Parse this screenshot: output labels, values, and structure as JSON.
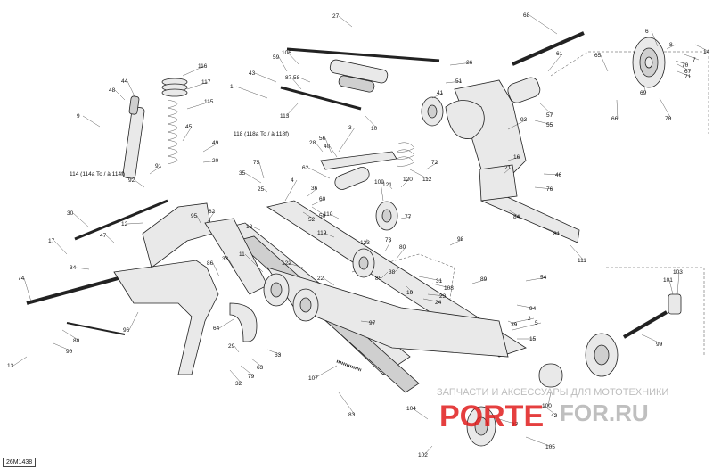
{
  "reference": "26M1438",
  "watermark": {
    "caption": "ЗАПЧАСТИ И АКСЕССУАРЫ ДЛЯ МОТОТЕХНИКИ",
    "brand_left": "PORTE",
    "brand_right": "FOR.RU",
    "color_red": "#e11d1d",
    "color_grey": "#b8b8b8"
  },
  "annotations": {
    "a114": "114 (114a To / à 114f)",
    "a118": "118 (118a To / à 118f)"
  },
  "callouts": [
    "1",
    "2",
    "3",
    "4",
    "5",
    "6",
    "7",
    "8",
    "9",
    "10",
    "11",
    "12",
    "13",
    "14",
    "15",
    "16",
    "17",
    "18",
    "19",
    "20",
    "21",
    "22",
    "23",
    "24",
    "25",
    "26",
    "27",
    "28",
    "29",
    "30",
    "31",
    "32",
    "33",
    "34",
    "35",
    "36",
    "37",
    "38",
    "39",
    "40",
    "41",
    "42",
    "43",
    "44",
    "45",
    "46",
    "47",
    "48",
    "49",
    "50",
    "51",
    "52",
    "53",
    "54",
    "55",
    "56",
    "57",
    "58",
    "59",
    "60",
    "61",
    "62",
    "63",
    "64",
    "65",
    "66",
    "67",
    "68",
    "69",
    "70",
    "71",
    "72",
    "73",
    "74",
    "75",
    "76",
    "77",
    "78",
    "79",
    "80",
    "81",
    "82",
    "83",
    "84",
    "85",
    "86",
    "87",
    "88",
    "89",
    "90",
    "91",
    "92",
    "93",
    "94",
    "95",
    "96",
    "97",
    "98",
    "99",
    "100",
    "101",
    "102",
    "103",
    "104",
    "105",
    "106",
    "107",
    "108",
    "109",
    "110",
    "111",
    "112",
    "113",
    "115",
    "116",
    "117",
    "119",
    "120",
    "121",
    "122",
    "123"
  ]
}
